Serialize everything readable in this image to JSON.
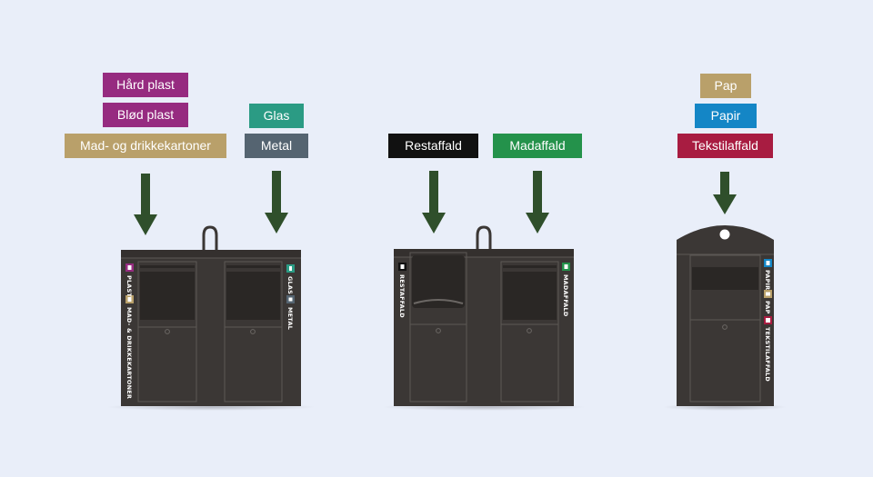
{
  "colors": {
    "background": "#e9eef9",
    "bin_body": "#3b3735",
    "arrow": "#2f4f2b",
    "purple": "#962b80",
    "tan": "#b9a06a",
    "teal": "#2b9b84",
    "slate": "#556471",
    "black": "#111111",
    "green": "#24924b",
    "blue": "#1486c6",
    "crimson": "#a81c41"
  },
  "groups": {
    "left": {
      "labels": {
        "hard_plastic": "Hård plast",
        "soft_plastic": "Blød plast",
        "cartons": "Mad- og drikkekartoner",
        "glass": "Glas",
        "metal": "Metal"
      },
      "side_labels": {
        "plastic": "PLAST",
        "cartons": "MAD- & DRIKKEKARTONER",
        "glass": "GLAS",
        "metal": "METAL"
      },
      "icons": [
        "plastic-icon",
        "carton-icon",
        "glass-icon",
        "metal-icon"
      ]
    },
    "middle": {
      "labels": {
        "residual": "Restaffald",
        "food": "Madaffald"
      },
      "side_labels": {
        "residual": "RESTAFFALD",
        "food": "MADAFFALD"
      },
      "icons": [
        "residual-waste-icon",
        "food-waste-icon"
      ]
    },
    "right": {
      "labels": {
        "cardboard": "Pap",
        "paper": "Papir",
        "textile": "Tekstilaffald"
      },
      "side_labels": {
        "paper": "PAPIR",
        "cardboard": "PAP",
        "textile": "TEKSTILAFFALD"
      },
      "icons": [
        "paper-icon",
        "cardboard-icon",
        "textile-icon"
      ]
    }
  }
}
